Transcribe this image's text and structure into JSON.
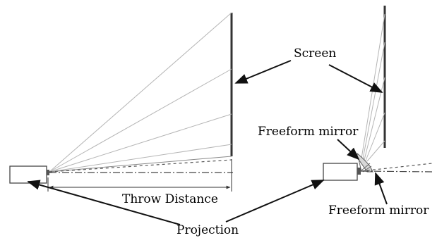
{
  "labels": {
    "screen": "Screen",
    "freeform_mirror_top": "Freeform mirror",
    "freeform_mirror_bottom": "Freeform mirror",
    "throw_distance": "Throw Distance",
    "projection": "Projection"
  }
}
